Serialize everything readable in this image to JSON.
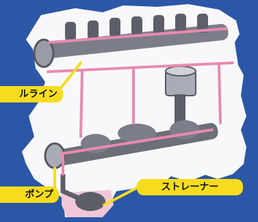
{
  "labels": {
    "oil_line": "ルライン",
    "oil_pump": "ポンプ",
    "strainer": "ストレーナー"
  },
  "colors": {
    "background": "#2b57a6",
    "engine_silhouette": "#f8f8fb",
    "oil_path": "#e98ab0",
    "metal_dark": "#5d5f68",
    "metal_light": "#a9acb6",
    "callout": "#f6dc1d"
  }
}
